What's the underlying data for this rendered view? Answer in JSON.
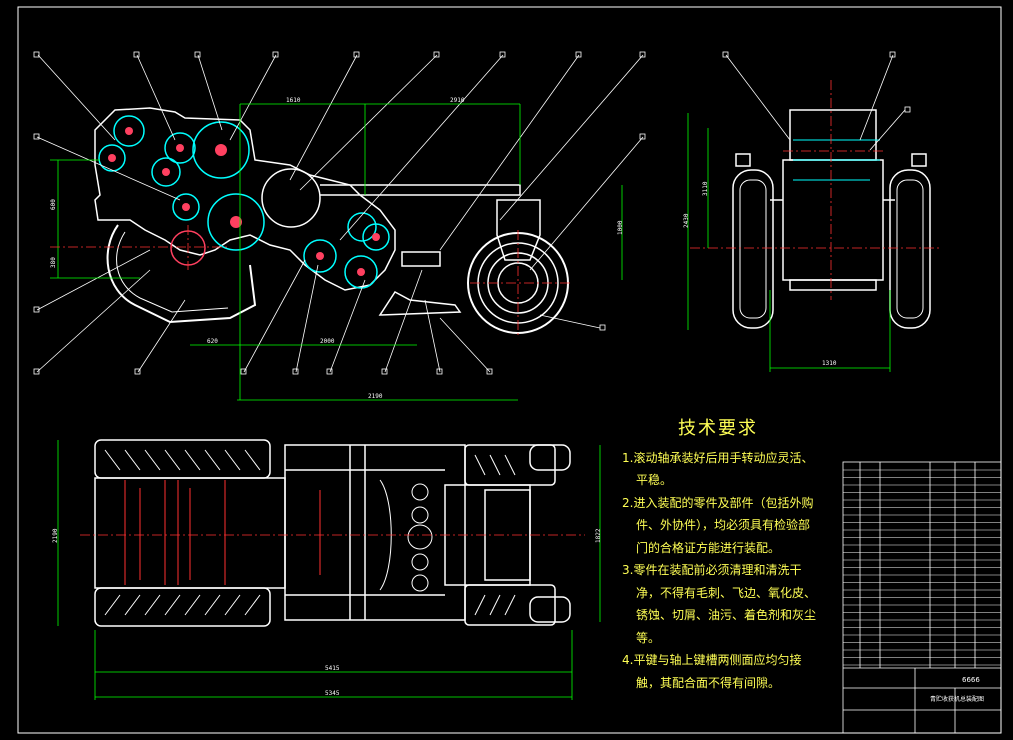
{
  "drawing": {
    "colors": {
      "background": "#000000",
      "outline": "#ffffff",
      "dimension": "#00ff00",
      "center": "#ff3030",
      "accent": "#00ffff",
      "rotor": "#ff4060",
      "notes": "#ffff55"
    },
    "dimensions": {
      "d1": "1610",
      "d2": "2910",
      "d3": "600",
      "d4": "380",
      "d5": "1000",
      "d6": "620",
      "d7": "2000",
      "d8": "2190",
      "d9": "3110",
      "d10": "2430",
      "d11": "1310",
      "d12": "2190",
      "d13": "1822",
      "d14": "5415",
      "d15": "5345"
    },
    "title_block": {
      "code": "6666",
      "name": "青贮收获机总装配图"
    }
  },
  "technical_requirements": {
    "title": "技术要求",
    "items": [
      "1.滚动轴承装好后用手转动应灵活、平稳。",
      "2.进入装配的零件及部件（包括外购件、外协件），均必须具有检验部门的合格证方能进行装配。",
      "3.零件在装配前必须清理和清洗干净，不得有毛刺、飞边、氧化皮、锈蚀、切屑、油污、着色剂和灰尘等。",
      "4.平键与轴上键槽两侧面应均匀接触，其配合面不得有间隙。"
    ]
  }
}
